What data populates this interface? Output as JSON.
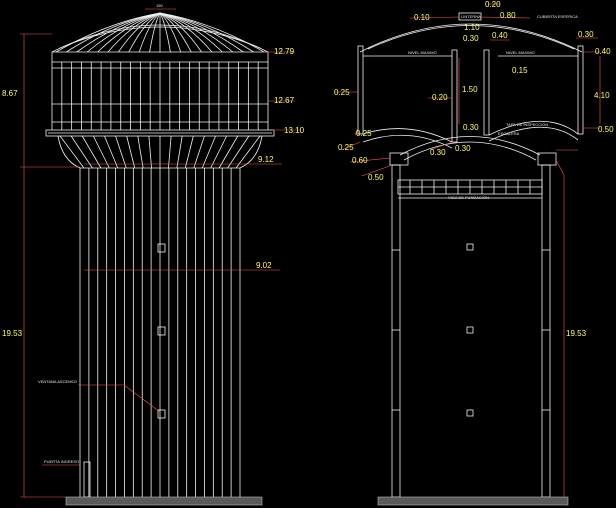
{
  "colors": {
    "background": "#000000",
    "linework": "#f2f2f2",
    "dimension_text": "#ffff66",
    "dimension_lines": "#ff5555",
    "ground": "#b8b8b8"
  },
  "elevation": {
    "top_dim": "150",
    "heights": {
      "tank": "8.67",
      "shaft": "19.53"
    },
    "levels": [
      "12.79",
      "12.67",
      "13.10",
      "9.12",
      "9.02"
    ],
    "notes": [
      "VENTANA ASCENSO",
      "PUERTA INGRESO"
    ]
  },
  "section": {
    "top_dims": [
      "0.10",
      "0.20",
      "0.80",
      "1.10"
    ],
    "top_notes": [
      "LINTERNA",
      "CUBIERTA ESFERICA"
    ],
    "dims": [
      "0.30",
      "0.40",
      "0.40",
      "0.30",
      "0.15",
      "0.25",
      "1.50",
      "0.20",
      "4.10",
      "0.25",
      "0.30",
      "0.30",
      "0.25",
      "0.30",
      "0.50",
      "0.60",
      "0.50"
    ],
    "notes": [
      "NIVEL MAXIMO",
      "NIVEL MAXIMO",
      "TAPA DE INSPECCION",
      "ESCALERA",
      "VIGA DE FUNDACION"
    ],
    "height": "19.53"
  }
}
